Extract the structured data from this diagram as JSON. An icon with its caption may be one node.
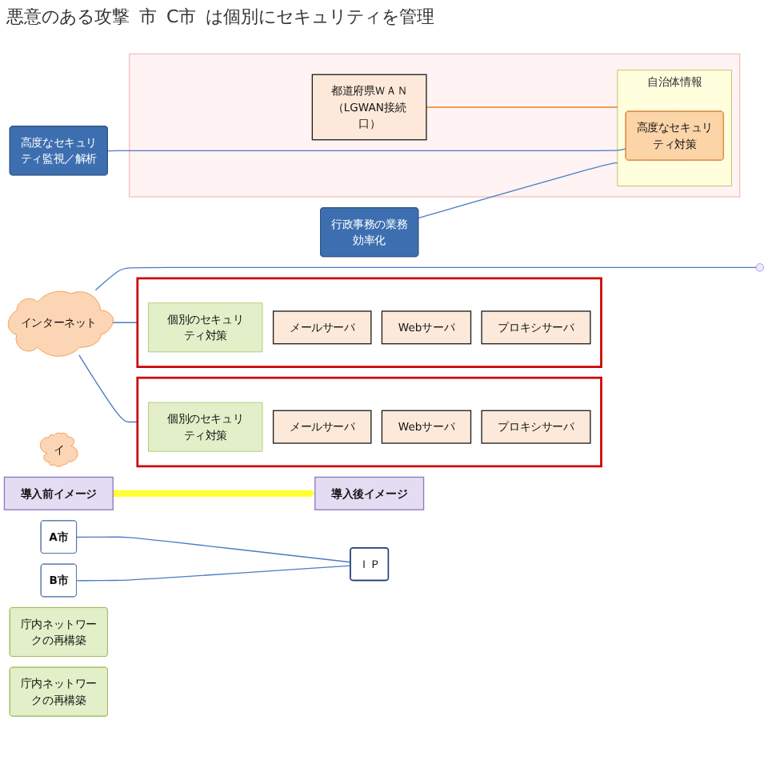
{
  "diagram": {
    "nodes": [
      {
        "text": [
          "導入前イメージ"
        ]
      },
      {
        "text": [
          "導入後イメージ"
        ]
      },
      {
        "text": [
          "インターネット"
        ]
      },
      {
        "text": [],
        "shape": "box"
      },
      {
        "text": [
          "個別のセキュリティ対策"
        ],
        "in": 3
      },
      {
        "text": [
          "メールサーバ"
        ],
        "in": 3
      },
      {
        "text": [
          "Webサーバ"
        ],
        "in": 3
      },
      {
        "text": [
          "プロキシサーバ"
        ],
        "in": 3
      },
      {
        "text": [],
        "shape": "box"
      },
      {
        "text": [
          "個別のセキュリティ対策"
        ],
        "in": 8
      },
      {
        "text": [
          "メールサーバ"
        ],
        "in": 8
      },
      {
        "text": [
          "Webサーバ"
        ],
        "in": 8
      },
      {
        "text": [
          "プロキシサーバ"
        ],
        "in": 8
      },
      {
        "text": [
          "行政事務の業務効率化"
        ]
      },
      {
        "text": [
          "イ"
        ]
      },
      {
        "text": [],
        "shape": "box"
      },
      {
        "text": [
          "都道府県ＷＡＮ（LGWAN接続口）"
        ],
        "in": 15
      },
      {
        "text": [
          "自治体情報"
        ],
        "in": 15
      },
      {
        "text": [
          "高度なセキュリティ対策"
        ],
        "in": 17
      },
      {
        "text": [
          "高度なセキュリティ監視／解析"
        ]
      },
      {
        "text": [
          "ＩＰ"
        ]
      },
      {
        "text": [
          "A市"
        ]
      },
      {
        "text": [
          "庁内ネットワークの再構築"
        ]
      },
      {
        "text": [
          "B市"
        ]
      },
      {
        "text": [
          "庁内ネットワークの再構築"
        ]
      }
    ],
    "edges": [
      {
        "from": 0,
        "to": 1,
        "arrow": "to",
        "style": "thick",
        "color": "#ffff33"
      },
      {
        "from": 2,
        "to": null,
        "arrow": "none"
      },
      {
        "from": 2,
        "to": 3,
        "arrow": "none"
      },
      {
        "from": 2,
        "to": 8,
        "arrow": "none"
      },
      {
        "from": 13,
        "to": 17,
        "arrow": "none"
      },
      {
        "from": 16,
        "to": 17,
        "arrow": "none",
        "color": "#f08020"
      },
      {
        "from": 19,
        "to": 18,
        "arrow": "none"
      },
      {
        "from": 21,
        "to": 20,
        "arrow": "none"
      },
      {
        "from": 23,
        "to": 20,
        "arrow": "none"
      }
    ],
    "labels": [
      "悪意のある攻撃",
      "市",
      "C市",
      "は個別にセキュリティを管理"
    ]
  }
}
